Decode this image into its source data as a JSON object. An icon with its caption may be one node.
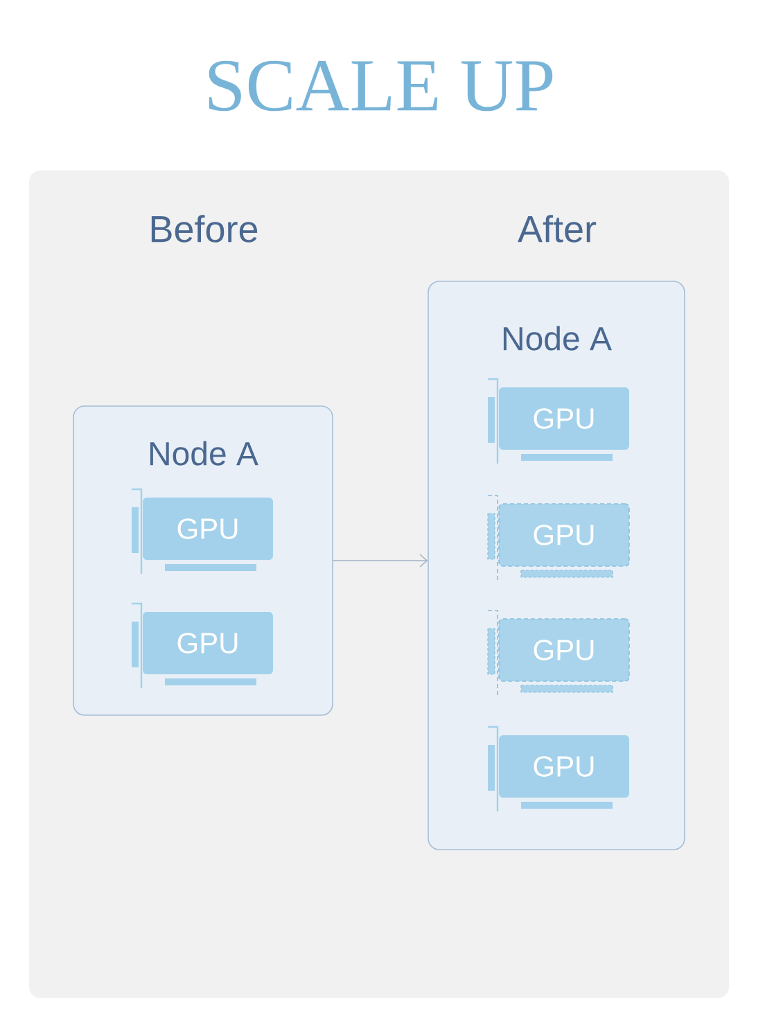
{
  "diagram": {
    "title": "SCALE UP",
    "nodes": [
      {
        "text": [
          "Node A"
        ]
      },
      {
        "text": [
          "GPU"
        ],
        "in": 0
      },
      {
        "text": [
          "GPU"
        ],
        "in": 0
      },
      {
        "text": [
          "Node A"
        ]
      },
      {
        "text": [
          "GPU"
        ],
        "in": 3
      },
      {
        "text": [
          "GPU"
        ],
        "in": 3
      },
      {
        "text": [
          "GPU"
        ],
        "in": 3
      },
      {
        "text": [
          "GPU"
        ],
        "in": 3
      }
    ],
    "edges": [
      {
        "from": 0,
        "to": 3,
        "arrow": "to"
      }
    ],
    "labels": [
      "Before",
      "After"
    ]
  }
}
